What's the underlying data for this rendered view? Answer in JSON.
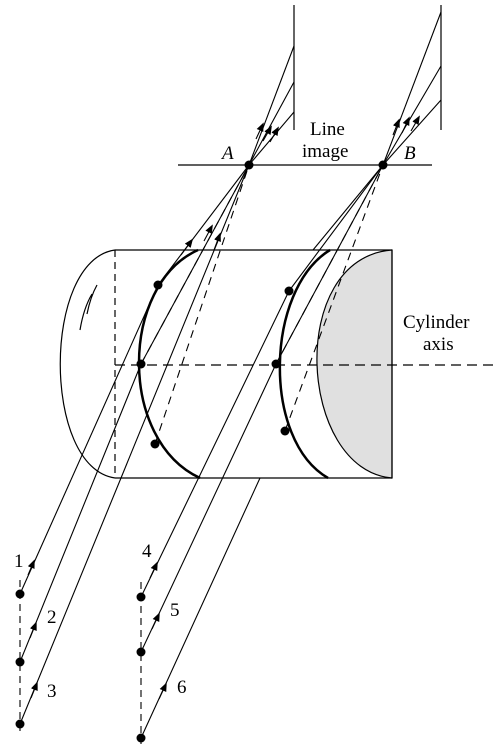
{
  "labels": {
    "point_a": "A",
    "point_b": "B",
    "line_image": [
      "Line",
      "image"
    ],
    "cylinder_axis": [
      "Cylinder",
      "axis"
    ],
    "rays": [
      "1",
      "2",
      "3",
      "4",
      "5",
      "6"
    ]
  },
  "colors": {
    "stroke": "#000000",
    "cylinder_end_face": "#e0e0e0",
    "background": "#ffffff"
  }
}
